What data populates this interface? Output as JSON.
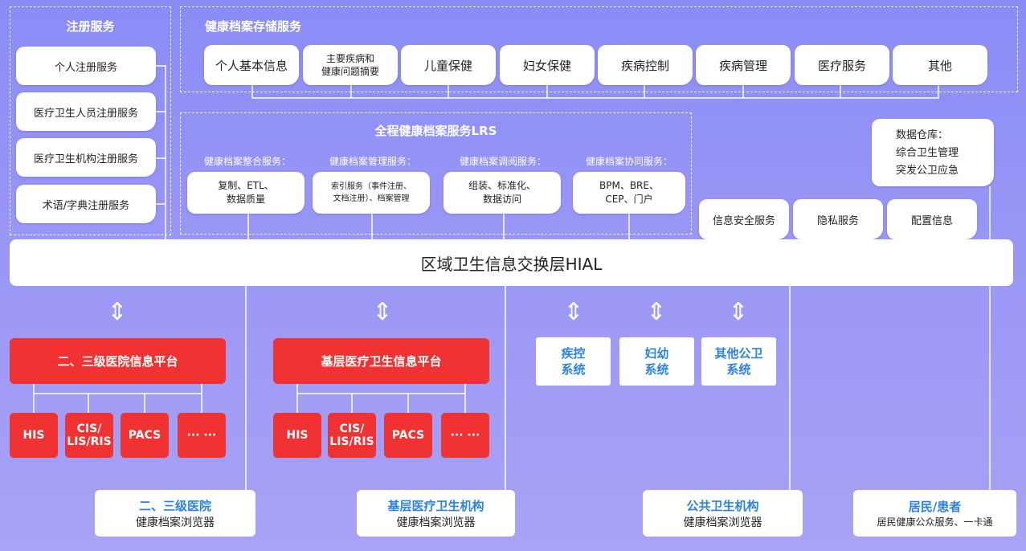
{
  "registration": {
    "title": "注册服务",
    "items": [
      "个人注册服务",
      "医疗卫生人员注册服务",
      "医疗卫生机构注册服务",
      "术语/字典注册服务"
    ]
  },
  "storage": {
    "title": "健康档案存储服务",
    "items": [
      "个人基本信息",
      "主要疾病和\n健康问题摘要",
      "儿童保健",
      "妇女保健",
      "疾病控制",
      "疾病管理",
      "医疗服务",
      "其他"
    ]
  },
  "lrs": {
    "title": "全程健康档案服务LRS",
    "groups": [
      {
        "label": "健康档案整合服务：",
        "box": "复制、ETL、\n数据质量"
      },
      {
        "label": "健康档案管理服务：",
        "box": "索引服务（事件注册、\n文档注册）、档案管理"
      },
      {
        "label": "健康档案调阅服务：",
        "box": "组装、标准化、\n数据访问"
      },
      {
        "label": "健康档案协同服务：",
        "box": "BPM、BRE、\nCEP、门户"
      }
    ]
  },
  "warehouse": {
    "text": "数据仓库：\n  综合卫生管理\n  突发公卫应急"
  },
  "services": [
    "信息安全服务",
    "隐私服务",
    "配置信息"
  ],
  "hial": {
    "label": "区域卫生信息交换层HIAL"
  },
  "arrow_glyph": "⇕",
  "hospital": {
    "platform": "二、三级医院信息平台",
    "systems": [
      "HIS",
      "CIS/\nLIS/RIS",
      "PACS",
      "··· ···"
    ]
  },
  "primary": {
    "platform": "基层医疗卫生信息平台",
    "systems": [
      "HIS",
      "CIS/\nLIS/RIS",
      "PACS",
      "··· ···"
    ]
  },
  "public_health": [
    "疾控\n系统",
    "妇幼\n系统",
    "其他公卫\n系统"
  ],
  "browsers": [
    {
      "line1": "二、三级医院",
      "line2": "健康档案浏览器"
    },
    {
      "line1": "基层医疗卫生机构",
      "line2": "健康档案浏览器"
    },
    {
      "line1": "公共卫生机构",
      "line2": "健康档案浏览器"
    },
    {
      "line1": "居民/患者",
      "line2": "居民健康公众服务、一卡通"
    }
  ],
  "colors": {
    "platform_red": "#f03232",
    "accent_blue": "#2a82e4",
    "background": "#9a96f5"
  }
}
